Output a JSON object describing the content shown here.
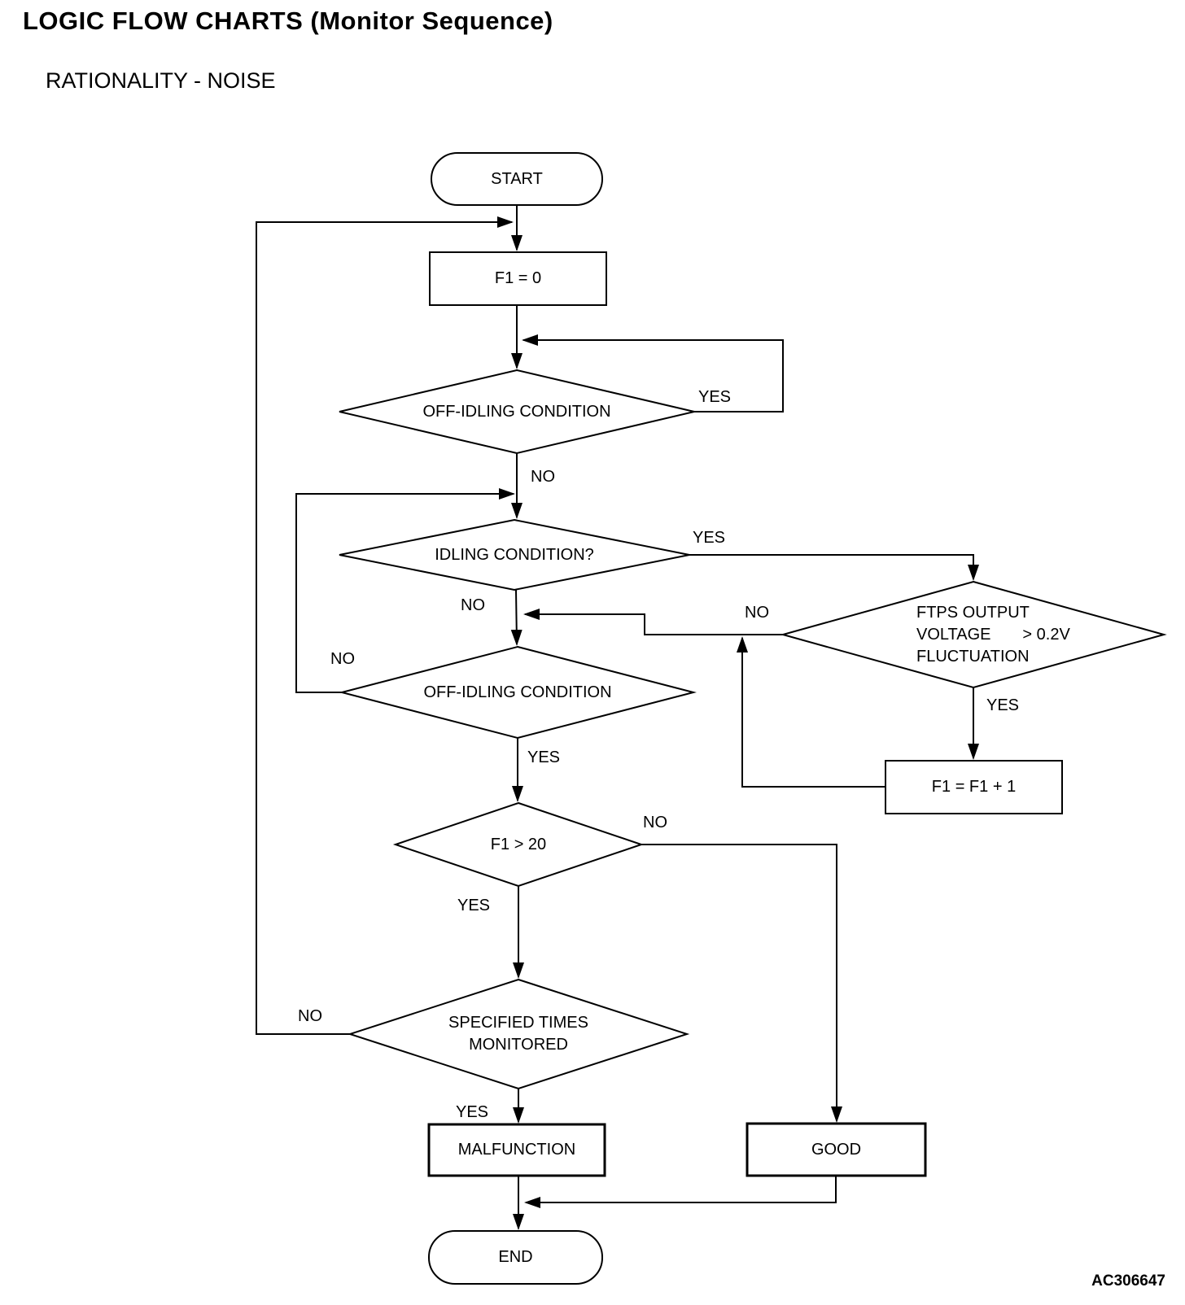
{
  "page": {
    "title": "LOGIC FLOW CHARTS (Monitor Sequence)",
    "subtitle": "RATIONALITY - NOISE",
    "figure_code": "AC306647"
  },
  "colors": {
    "line": "#000000",
    "background": "#ffffff",
    "text": "#000000"
  },
  "flowchart": {
    "nodes": {
      "start": {
        "type": "terminator",
        "label": "START"
      },
      "init": {
        "type": "process",
        "label": "F1 = 0"
      },
      "off_idling_1": {
        "type": "decision",
        "label": "OFF-IDLING CONDITION"
      },
      "idling": {
        "type": "decision",
        "label": "IDLING CONDITION?"
      },
      "off_idling_2": {
        "type": "decision",
        "label": "OFF-IDLING CONDITION"
      },
      "ftps": {
        "type": "decision",
        "line1": "FTPS OUTPUT",
        "line2": "VOLTAGE       > 0.2V",
        "line3": "FLUCTUATION"
      },
      "increment": {
        "type": "process",
        "label": "F1 = F1 + 1"
      },
      "f1_gt_20": {
        "type": "decision",
        "label": "F1 > 20"
      },
      "specified": {
        "type": "decision",
        "line1": "SPECIFIED TIMES",
        "line2": "MONITORED"
      },
      "malfunction": {
        "type": "process",
        "label": "MALFUNCTION"
      },
      "good": {
        "type": "process",
        "label": "GOOD"
      },
      "end": {
        "type": "terminator",
        "label": "END"
      }
    },
    "edges": {
      "off_idling_1_yes": "YES",
      "off_idling_1_no": "NO",
      "idling_yes": "YES",
      "idling_no": "NO",
      "ftps_no": "NO",
      "ftps_yes": "YES",
      "off_idling_2_no": "NO",
      "off_idling_2_yes": "YES",
      "f1_gt_20_no": "NO",
      "f1_gt_20_yes": "YES",
      "specified_no": "NO",
      "specified_yes": "YES"
    }
  }
}
